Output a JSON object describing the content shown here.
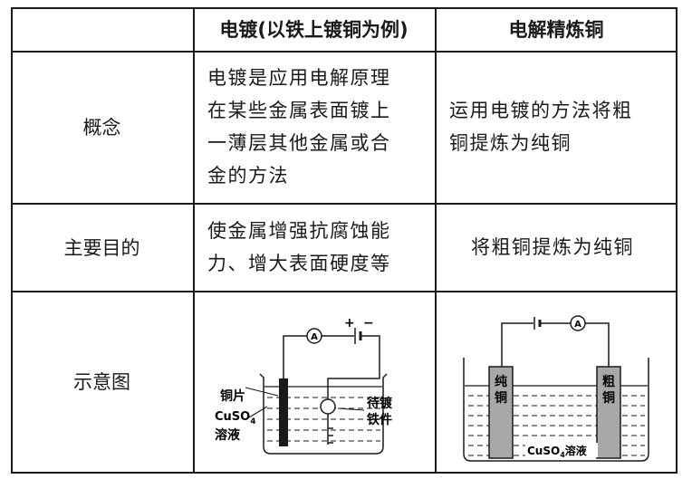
{
  "header": {
    "col_electroplating": "电镀(以铁上镀铜为例)",
    "col_refining": "电解精炼铜"
  },
  "rows": {
    "concept": {
      "label": "概念",
      "electroplating": [
        "电镀是应用电解原理",
        "在某些金属表面镀上",
        "一薄层其他金属或合",
        "金的方法"
      ],
      "refining": [
        "运用电镀的方法将粗",
        "铜提炼为纯铜"
      ]
    },
    "purpose": {
      "label": "主要目的",
      "electroplating": [
        "使金属增强抗腐蚀能",
        "力、增大表面硬度等"
      ],
      "refining": "将粗铜提炼为纯铜"
    },
    "diagram": {
      "label": "示意图"
    }
  },
  "diagram_left": {
    "ammeter": "A",
    "plus": "+",
    "minus": "−",
    "copper_sheet": "铜片",
    "solution_line1": "CuSO",
    "solution_sub": "4",
    "solution_line2": "溶液",
    "plated_line1": "待镀",
    "plated_line2": "铁件"
  },
  "diagram_right": {
    "ammeter": "A",
    "pure_copper": [
      "纯",
      "铜"
    ],
    "crude_copper": [
      "粗",
      "铜"
    ],
    "solution": "CuSO",
    "solution_sub": "4",
    "solution_tail": "溶液"
  }
}
